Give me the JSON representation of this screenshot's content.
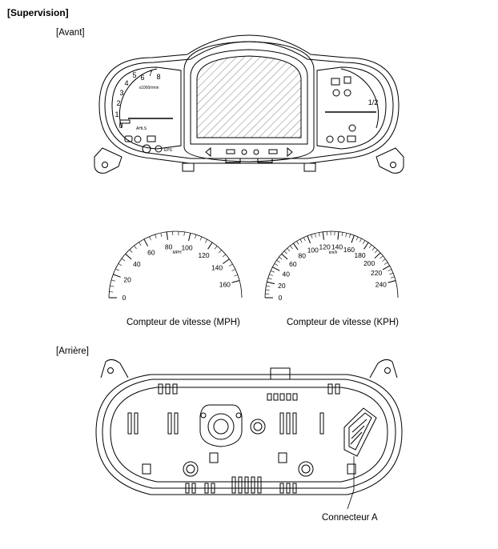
{
  "heading": "[Supervision]",
  "front_label": "[Avant]",
  "rear_label": "[Arrière]",
  "front_cluster": {
    "tacho_numbers": [
      "0",
      "1",
      "2",
      "3",
      "4",
      "5",
      "6",
      "7",
      "8"
    ],
    "tacho_unit": "x1000r/min",
    "fuel_half": "1/2",
    "indicator_texts": [
      "AHLS",
      "EPS"
    ]
  },
  "mph_gauge": {
    "caption": "Compteur de vitesse (MPH)",
    "scale": [
      "0",
      "20",
      "40",
      "60",
      "80",
      "100",
      "120",
      "140",
      "160"
    ],
    "unit": "MPH"
  },
  "kph_gauge": {
    "caption": "Compteur de vitesse (KPH)",
    "scale": [
      "0",
      "20",
      "40",
      "60",
      "80",
      "100",
      "120",
      "140",
      "160",
      "180",
      "200",
      "220",
      "240"
    ],
    "unit": "km/h"
  },
  "rear": {
    "connector_label": "Connecteur A"
  }
}
